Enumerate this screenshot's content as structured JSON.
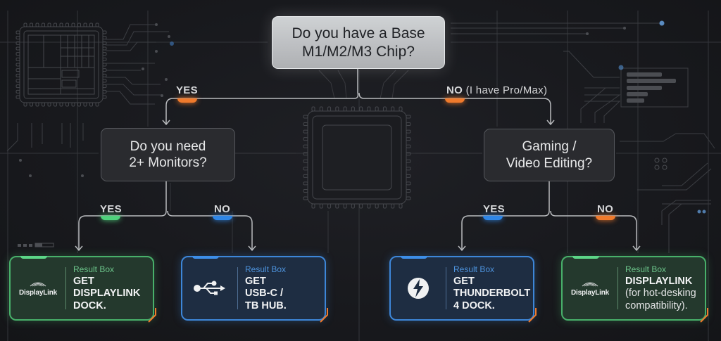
{
  "diagram": {
    "root_question": "Do you have a Base\nM1/M2/M3 Chip?",
    "root_branches": {
      "yes": {
        "label": "YES",
        "color": "#f07a2c"
      },
      "no": {
        "label": "NO",
        "sub": "(I have Pro/Max)",
        "color": "#f07a2c"
      }
    },
    "left_question": "Do you need\n2+ Monitors?",
    "left_branches": {
      "yes": {
        "label": "YES",
        "color": "#4fd17c"
      },
      "no": {
        "label": "NO",
        "color": "#2f86e6"
      }
    },
    "right_question": "Gaming /\nVideo Editing?",
    "right_branches": {
      "yes": {
        "label": "YES",
        "color": "#2f86e6"
      },
      "no": {
        "label": "NO",
        "color": "#f07a2c"
      }
    },
    "results": [
      {
        "kicker": "Result Box",
        "title": "GET\nDISPLAYLINK\nDOCK.",
        "note": "",
        "icon": "displaylink-logo",
        "logo_text": "DisplayLink",
        "theme": "green"
      },
      {
        "kicker": "Result Box",
        "title": "GET\nUSB-C /\nTB HUB.",
        "note": "",
        "icon": "usb-icon",
        "theme": "blue"
      },
      {
        "kicker": "Result Box",
        "title": "GET\nTHUNDERBOLT\n4 DOCK.",
        "note": "",
        "icon": "thunderbolt-icon",
        "theme": "blue"
      },
      {
        "kicker": "Result Box",
        "title": "DISPLAYLINK",
        "note": "(for hot-desking\ncompatibility).",
        "icon": "displaylink-logo",
        "logo_text": "DisplayLink",
        "theme": "green"
      }
    ],
    "accent_orange": "#f07a2c"
  }
}
